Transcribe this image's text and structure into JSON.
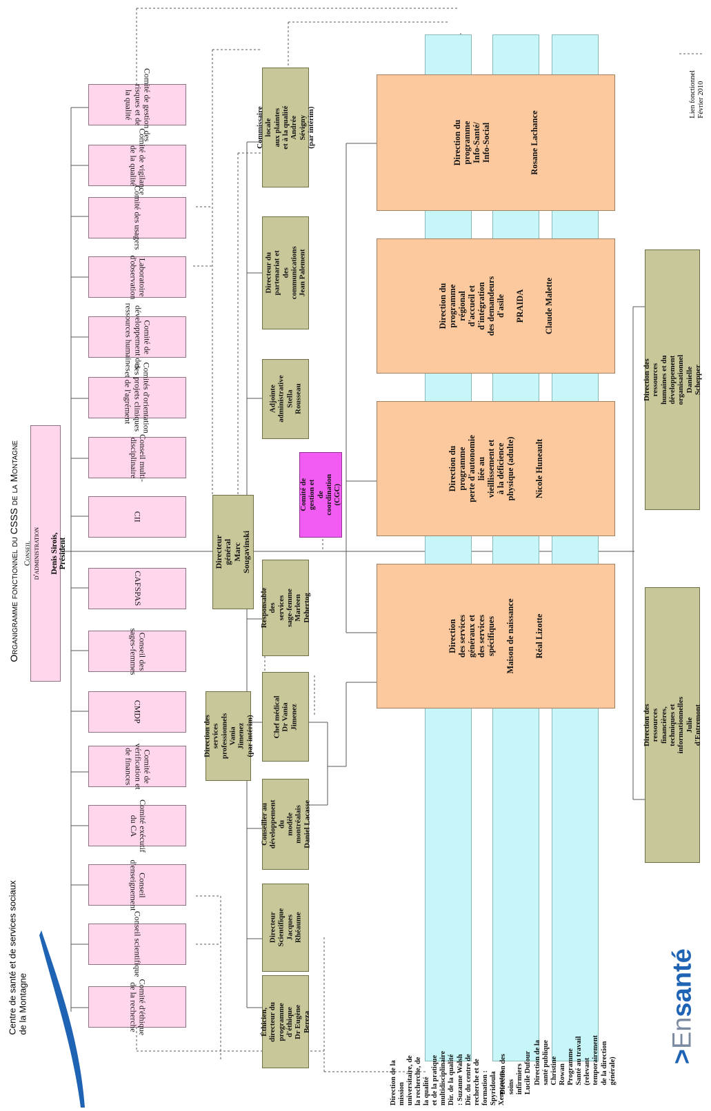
{
  "header": {
    "title": "Organigramme fonctionnel du CSSS de la Montagne",
    "org_line1": "Centre de santé et de services sociaux",
    "org_line2": "de la Montagne"
  },
  "conseil": {
    "title": "Conseil d'administration",
    "name": "Denis Sirois, Président"
  },
  "comites": [
    "Comité d'éthique\nde la recherche",
    "Conseil scientifique",
    "Conseil\nd'enseignement",
    "Comité exécutif\ndu CA",
    "Comité de\nvérification et\nde finances",
    "CMDP",
    "Conseil des\nsages-femmes",
    "CAFSPAS",
    "CII",
    "Conseil multi-\ndisciplinaire",
    "Comités d'orientation\ndes projets cliniques\net de l'agrément",
    "Comité de\ndéveloppement des\nressources humaines",
    "Laboratoire\nd'observation",
    "Comité des usagers",
    "Comité de vigilance et\nde la qualité",
    "Comité de gestion des\nrisques et de\nla qualité"
  ],
  "directeur_general": "Directeur général\nMarc Sougavinski",
  "direction_services_pro": "Direction des services\nprofessionnels\nVania Jimenez\n(par intérim)",
  "staff": [
    "Éthicien,\ndirecteur du\nprogramme d'éthique\nDr Eugène Bereza",
    "Directeur\nScientifique\nJacques Rhéaume",
    "Conseiller au\ndéveloppement du\nmodèle montréalais\nDaniel Lacasse",
    "Chef médical\nDr Vania Jimenez",
    "Responsable des\nservices\nsage-femme\nMarleen Dehertog",
    "Adjointe\nadministrative\nStella Rousseau",
    "Directeur du partenariat et\ndes communications\nJean Palement",
    "Commissaire locale\naux plaintes et à la qualité\nAndrée Sévigny\n(par intérim)"
  ],
  "cgc": "Comité de gestion et\nde coordination\n(CGC)",
  "directions": [
    "Direction\ndes services\ngénéraux et\ndes services\nspécifiques\n\nMaison de naissance\n\n\nRéal Lizotte",
    "Direction du\nprogramme\nperte d'autonomie\nliée au\nvieillissement et\nà la déficience\nphysique (adulte)\n\n\nNicole Huneault",
    "Direction du\nprogramme\nrégional\nd'accueil et\nd'intégration\ndes demandeurs\nd'asile\n\nPRAIDA\n\n\nClaude Malette",
    "Direction du\nprogramme\nInfo-Santé/\nInfo-Social\n\n\n\n\nRosane Lachance"
  ],
  "transversal": [
    "Direction de la mission universitaire, de la recherche, de la qualité\net de la pratique multidisciplinaire\nDir. de la qualité : Suzanne Walsh\nDir. du centre de recherche et de formation : Spyridoula Xenocostas",
    "Direction des soins infirmiers\nLucile Dufour",
    "Direction de la santé publique\nChristine Rowan\nProgramme Santé au travail (relevant temporairement\nde la direction générale)"
  ],
  "support": [
    "Direction des ressources financières,\ntechniques et informationnelles\nJulie d'Entremont",
    "Direction des ressources humaines et du\ndéveloppement organisationnel\nDanielle Schepper"
  ],
  "legend": {
    "label": "Lien fonctionnel",
    "date": "Février 2010"
  },
  "logo": {
    "text_en": "En",
    "text_sante": "santé"
  },
  "colors": {
    "comite": "#ffd6ec",
    "staff": "#c8c79a",
    "direction": "#fcc99e",
    "transversal": "#c6f6f7",
    "cgc": "#f35cf3",
    "logo_blue": "#1f63b4"
  }
}
